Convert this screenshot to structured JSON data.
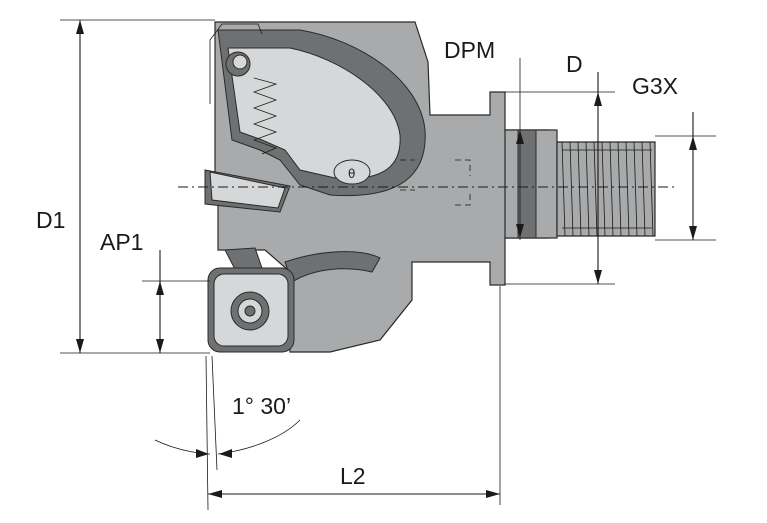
{
  "labels": {
    "d1": "D1",
    "ap1": "AP1",
    "dpm": "DPM",
    "d": "D",
    "g3x": "G3X",
    "angle": "1° 30’",
    "l2": "L2"
  },
  "colors": {
    "body": "#a9aaab",
    "dark": "#6f7071",
    "light": "#d6d7d8",
    "line": "#1a1a1a"
  }
}
